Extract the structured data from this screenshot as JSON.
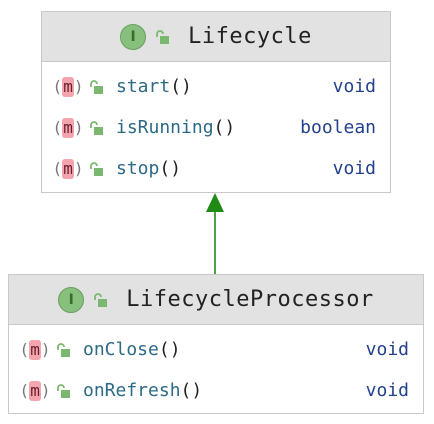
{
  "diagram": {
    "classes": [
      {
        "name": "Lifecycle",
        "kind_icon": "interface-icon",
        "kind_letter": "I",
        "members": [
          {
            "name": "start",
            "params": "()",
            "return": "void"
          },
          {
            "name": "isRunning",
            "params": "()",
            "return": "boolean"
          },
          {
            "name": "stop",
            "params": "()",
            "return": "void"
          }
        ]
      },
      {
        "name": "LifecycleProcessor",
        "kind_icon": "interface-icon",
        "kind_letter": "I",
        "members": [
          {
            "name": "onClose",
            "params": "()",
            "return": "void"
          },
          {
            "name": "onRefresh",
            "params": "()",
            "return": "void"
          }
        ]
      }
    ],
    "method_badge_letter": "m",
    "relations": [
      {
        "from": "LifecycleProcessor",
        "to": "Lifecycle",
        "type": "extends"
      }
    ],
    "colors": {
      "arrow": "#1f8a14",
      "interface_badge": "#87c07c",
      "method_badge": "#f4a4ad",
      "lock": "#7bb86f",
      "header_bg": "#e2e2e2"
    }
  }
}
